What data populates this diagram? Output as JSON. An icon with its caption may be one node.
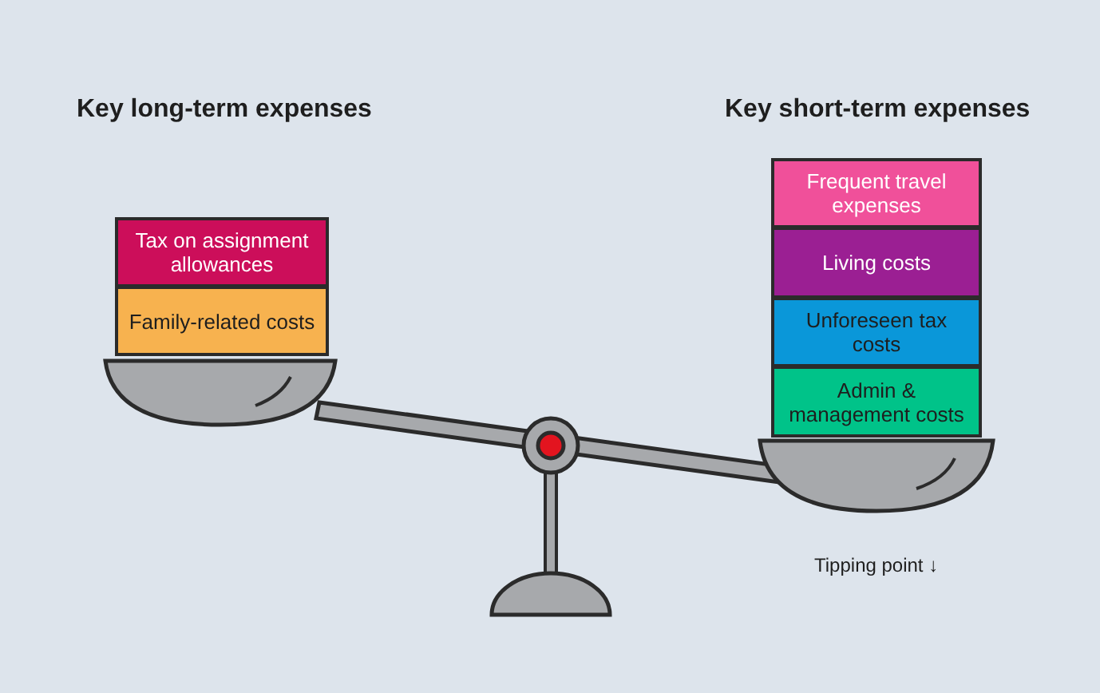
{
  "diagram": {
    "nodes": [
      {
        "text": [
          "Tax on assignment allowances"
        ]
      },
      {
        "text": [
          "Family-related costs"
        ]
      },
      {
        "text": [
          "Frequent travel expenses"
        ]
      },
      {
        "text": [
          "Living costs"
        ]
      },
      {
        "text": [
          "Unforeseen tax costs"
        ]
      },
      {
        "text": [
          "Admin & management costs"
        ]
      }
    ],
    "edges": [],
    "labels": [
      "Key long-term expenses",
      "Key short-term expenses",
      "Tipping point ↓"
    ]
  }
}
